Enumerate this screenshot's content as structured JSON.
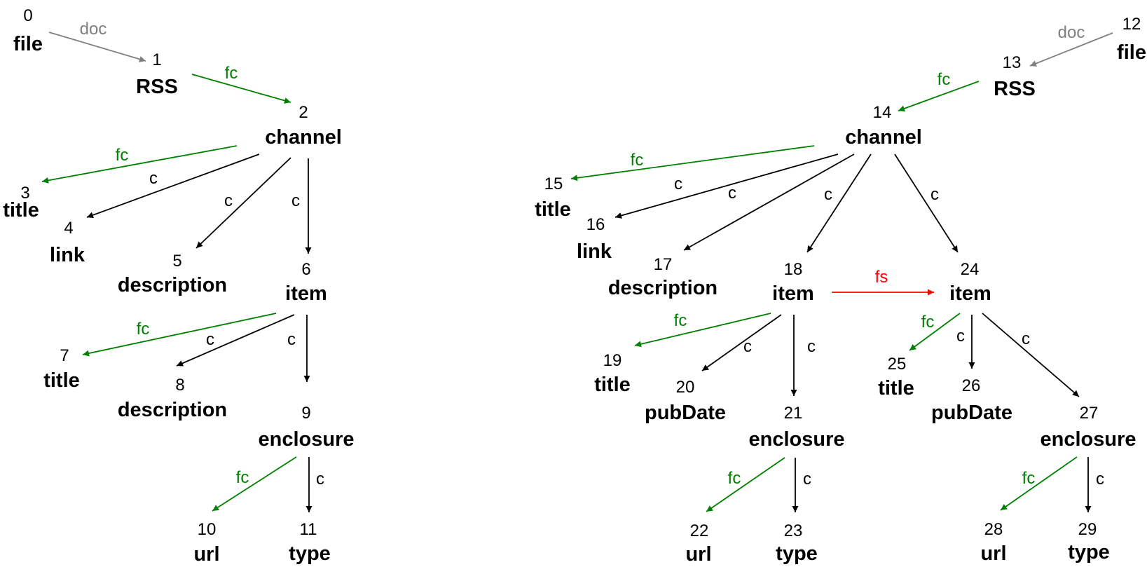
{
  "colors": {
    "doc": "#808080",
    "fc": "#008000",
    "c": "#000000",
    "fs": "#ff0000"
  },
  "nodes": [
    {
      "id": "0",
      "label": "file"
    },
    {
      "id": "1",
      "label": "RSS"
    },
    {
      "id": "2",
      "label": "channel"
    },
    {
      "id": "3",
      "label": "title"
    },
    {
      "id": "4",
      "label": "link"
    },
    {
      "id": "5",
      "label": "description"
    },
    {
      "id": "6",
      "label": "item"
    },
    {
      "id": "7",
      "label": "title"
    },
    {
      "id": "8",
      "label": "description"
    },
    {
      "id": "9",
      "label": "enclosure"
    },
    {
      "id": "10",
      "label": "url"
    },
    {
      "id": "11",
      "label": "type"
    },
    {
      "id": "12",
      "label": "file"
    },
    {
      "id": "13",
      "label": "RSS"
    },
    {
      "id": "14",
      "label": "channel"
    },
    {
      "id": "15",
      "label": "title"
    },
    {
      "id": "16",
      "label": "link"
    },
    {
      "id": "17",
      "label": "description"
    },
    {
      "id": "18",
      "label": "item"
    },
    {
      "id": "19",
      "label": "title"
    },
    {
      "id": "20",
      "label": "pubDate"
    },
    {
      "id": "21",
      "label": "enclosure"
    },
    {
      "id": "22",
      "label": "url"
    },
    {
      "id": "23",
      "label": "type"
    },
    {
      "id": "24",
      "label": "item"
    },
    {
      "id": "25",
      "label": "title"
    },
    {
      "id": "26",
      "label": "pubDate"
    },
    {
      "id": "27",
      "label": "enclosure"
    },
    {
      "id": "28",
      "label": "url"
    },
    {
      "id": "29",
      "label": "type"
    }
  ],
  "edges": [
    {
      "from": "0",
      "to": "1",
      "label": "doc"
    },
    {
      "from": "1",
      "to": "2",
      "label": "fc"
    },
    {
      "from": "2",
      "to": "3",
      "label": "fc"
    },
    {
      "from": "2",
      "to": "4",
      "label": "c"
    },
    {
      "from": "2",
      "to": "5",
      "label": "c"
    },
    {
      "from": "2",
      "to": "6",
      "label": "c"
    },
    {
      "from": "6",
      "to": "7",
      "label": "fc"
    },
    {
      "from": "6",
      "to": "8",
      "label": "c"
    },
    {
      "from": "6",
      "to": "9",
      "label": "c"
    },
    {
      "from": "9",
      "to": "10",
      "label": "fc"
    },
    {
      "from": "9",
      "to": "11",
      "label": "c"
    },
    {
      "from": "12",
      "to": "13",
      "label": "doc"
    },
    {
      "from": "13",
      "to": "14",
      "label": "fc"
    },
    {
      "from": "14",
      "to": "15",
      "label": "fc"
    },
    {
      "from": "14",
      "to": "16",
      "label": "c"
    },
    {
      "from": "14",
      "to": "17",
      "label": "c"
    },
    {
      "from": "14",
      "to": "18",
      "label": "c"
    },
    {
      "from": "14",
      "to": "24",
      "label": "c"
    },
    {
      "from": "18",
      "to": "24",
      "label": "fs"
    },
    {
      "from": "18",
      "to": "19",
      "label": "fc"
    },
    {
      "from": "18",
      "to": "20",
      "label": "c"
    },
    {
      "from": "18",
      "to": "21",
      "label": "c"
    },
    {
      "from": "21",
      "to": "22",
      "label": "fc"
    },
    {
      "from": "21",
      "to": "23",
      "label": "c"
    },
    {
      "from": "24",
      "to": "25",
      "label": "fc"
    },
    {
      "from": "24",
      "to": "26",
      "label": "c"
    },
    {
      "from": "24",
      "to": "27",
      "label": "c"
    },
    {
      "from": "27",
      "to": "28",
      "label": "fc"
    },
    {
      "from": "27",
      "to": "29",
      "label": "c"
    }
  ]
}
